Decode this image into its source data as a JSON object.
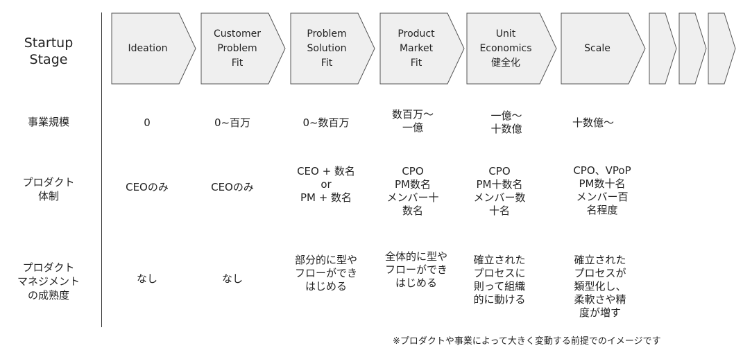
{
  "stage_title": "Startup\nStage",
  "colors": {
    "arrow_fill": "#efefef",
    "arrow_stroke": "#555555"
  },
  "stages": [
    {
      "label": "Ideation"
    },
    {
      "label": "Customer\nProblem\nFit"
    },
    {
      "label": "Problem\nSolution\nFit"
    },
    {
      "label": "Product\nMarket\nFit"
    },
    {
      "label": "Unit\nEconomics\n健全化"
    },
    {
      "label": "Scale"
    }
  ],
  "rows": [
    {
      "label": "事業規模",
      "cells": [
        "0",
        "0~百万",
        "0~数百万",
        "数百万～\n一億",
        "一億～\n十数億",
        "十数億～"
      ]
    },
    {
      "label": "プロダクト\n体制",
      "cells": [
        "CEOのみ",
        "CEOのみ",
        "CEO + 数名\nor\nPM + 数名",
        "CPO\nPM数名\nメンバー十\n数名",
        "CPO\nPM十数名\nメンバー数\n十名",
        "CPO、VPoP\nPM数十名\nメンバー百\n名程度"
      ]
    },
    {
      "label": "プロダクト\nマネジメント\nの成熟度",
      "cells": [
        "なし",
        "なし",
        "部分的に型や\nフローができ\nはじめる",
        "全体的に型や\nフローができ\nはじめる",
        "確立された\nプロセスに\n則って組織\n的に動ける",
        "確立された\nプロセスが\n類型化し、\n柔軟さや精\n度が増す"
      ]
    }
  ],
  "footnote": "※プロダクトや事業によって大きく変動する前提でのイメージです"
}
